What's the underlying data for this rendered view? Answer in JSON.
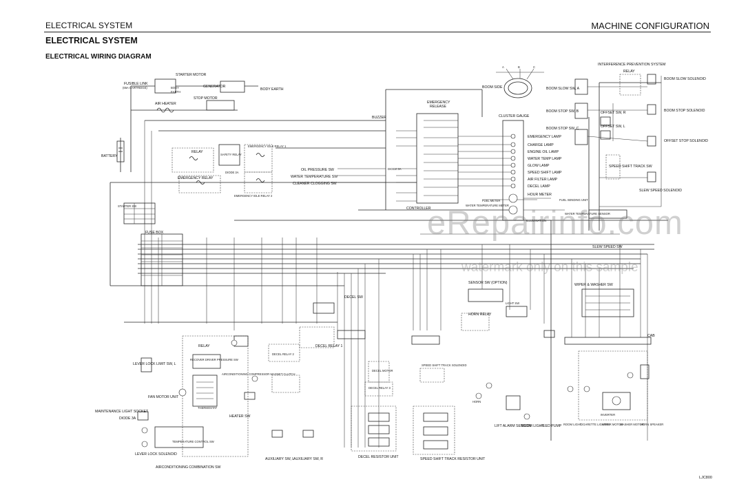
{
  "header": {
    "left": "ELECTRICAL SYSTEM",
    "right": "MACHINE CONFIGURATION"
  },
  "section_title": "ELECTRICAL SYSTEM",
  "diagram_title": "ELECTRICAL WIRING DIAGRAM",
  "figure_code": "LJC800",
  "watermark": {
    "main": "eRepairinfo.com",
    "note": "watermark only on this sample"
  },
  "labels": {
    "starter_motor": "STARTER MOTOR",
    "fusible_link": "FUSIBLE LINK",
    "fusible_link_2": "(65A CARTRIDGE)",
    "body_earth_1": "BODY",
    "body_earth_2": "EARTH",
    "generator": "GENERATOR",
    "body_earth": "BODY EARTH",
    "stop_motor": "STOP MOTOR",
    "air_heater": "AIR HEATER",
    "battery": "BATTERY",
    "relay": "RELAY",
    "emergency_relay": "EMERGENCY RELAY",
    "emergency_idle_relay_1": "EMERGENCY IDLE RELAY 1",
    "emergency_idle_relay_2": "EMERGENCY IDLE RELAY 2",
    "diode_3a": "DIODE 3A",
    "safety_relay": "SAFETY RELAY",
    "buzzer": "BUZZER",
    "emergency_release_1": "EMERGENCY",
    "emergency_release_2": "RELEASE",
    "oil_pressure_sw": "OIL PRESSURE SW",
    "water_temperature_sw": "WATER TEMPERATURE SW",
    "cleaner_clogging_sw": "CLEANER CLOGGING SW",
    "diode_3a_b": "DIODE 3A",
    "controller": "CONTROLLER",
    "starter_sw": "STARTER SW",
    "fuse_box": "FUSE BOX",
    "cluster_gauge": "CLUSTER GAUGE",
    "boom_side": "BOOM SIDE",
    "emergency_lamp": "EMERGENCY LAMP",
    "charge_lamp": "CHARGE LAMP",
    "engine_oil_lamp": "ENGINE OIL LAMP",
    "water_temp_lamp": "WATER TEMP LAMP",
    "glow_lamp": "GLOW LAMP",
    "speed_shift_lamp": "SPEED SHIFT LAMP",
    "air_filter_lamp": "AIR FILTER LAMP",
    "decel_lamp": "DECEL LAMP",
    "hour_meter": "HOUR METER",
    "fuel_meter": "FUEL METER",
    "water_temperature_meter": "WATER TEMPERATURE METER",
    "illumination": "ILLUMINATION",
    "fuel_sending_unit": "FUEL SENDING UNIT",
    "water_temperature_sensor": "WATER TEMPERATURE SENSOR",
    "interference_prevention_system": "INTERFERENCE PREVENTION SYSTEM",
    "relay_ips": "RELAY",
    "boom_slow_sw_a": "BOOM SLOW SW, A",
    "boom_slow_solenoid": "BOOM SLOW SOLENOID",
    "boom_stop_sw_b": "BOOM STOP SW, B",
    "boom_stop_solenoid": "BOOM STOP SOLENOID",
    "offset_sw_r": "OFFSET SW, R",
    "offset_sw_l": "OFFSET SW, L",
    "boom_stop_sw_c": "BOOM STOP SW, C",
    "offset_stop_solenoid": "OFFSET STOP SOLENOID",
    "speed_shift_track_sw": "SPEED SHIFT TRACK SW",
    "slew_speed_solenoid": "SLEW SPEED SOLENOID",
    "slew_speed_sw": "SLEW SPEED SW",
    "relay_b": "RELAY",
    "recover_driver_pressure_sw": "RECOVER DRIVER PRESSURE SW",
    "air_conditioning_compressor": "AIRCONDITIONING COMPRESSOR MAGNET CLUTCH",
    "fan_motor_unit": "FAN MOTOR UNIT",
    "thermostat": "THERMOSTAT",
    "heater_sw": "HEATER SW",
    "lever_lock_limit_sw": "LEVER LOCK LIMIT SW, L",
    "maintenance_light_socket": "MAINTENANCE LIGHT SOCKET",
    "diode_3a_c": "DIODE 3A",
    "lever_lock_solenoid": "LEVER LOCK SOLENOID",
    "temperature_control_sw": "TEMPERATURE CONTROL SW",
    "airconditioning_combination_sw": "AIRCONDITIONING COMBINATION SW",
    "auxiliary_sw_l": "AUXILIARY SW, L",
    "auxiliary_sw_r": "AUXILIARY SW, R",
    "decel_sw": "DECEL SW",
    "decel_relay_1": "DECEL RELAY 1",
    "decel_relay_2": "DECEL RELAY 2",
    "decel_relay_3": "DECEL RELAY 3",
    "decel_motor": "DECEL MOTOR",
    "decel_resistor_unit": "DECEL RESISTOR UNIT",
    "sensor_sw": "SENSOR SW (OPTION)",
    "horn_relay": "HORN RELAY",
    "horn": "HORN",
    "speed_shift_track_solenoid": "SPEED SHIFT TRACK SOLENOID",
    "speed_shift_track_resistor_unit": "SPEED SHIFT TRACK RESISTOR UNIT",
    "lift_alarm_sensor": "LIFT ALARM SENSOR",
    "boom_light": "BOOM LIGHT",
    "feed_pump": "FEED PUMP",
    "light_sw": "LIGHT SW",
    "wiper_washer_sw": "WIPER & WASHER SW",
    "cab": "CAB",
    "room_light": "ROOM LIGHT",
    "cigarette_lighter": "CIGARETTE LIGHTER",
    "wiper_motor": "WIPER MOTOR",
    "washer_motor": "WASHER MOTOR",
    "horn_speaker": "HORN SPEAKER",
    "inverter": "INVERTER"
  }
}
